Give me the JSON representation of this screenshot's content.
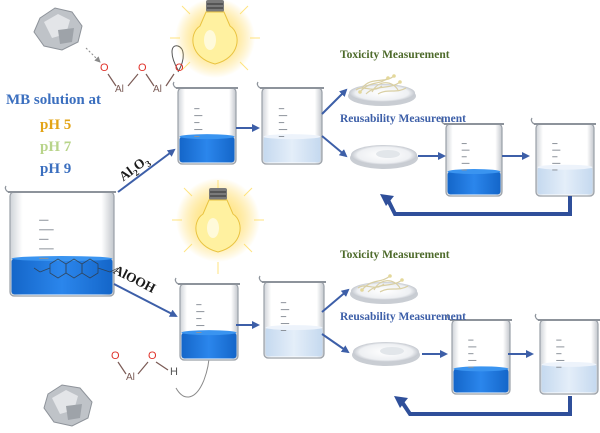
{
  "mb_solution": {
    "title": "MB solution at",
    "ph_values": [
      "pH 5",
      "pH 7",
      "pH 9"
    ],
    "colors": {
      "ph5": "#e3a417",
      "ph7": "#b8d48a",
      "ph9": "#3b6fbf"
    }
  },
  "top_branch": {
    "reagent": "Al2O3",
    "reagent_main": "Al",
    "reagent_sub1": "2",
    "reagent_mid": "O",
    "reagent_sub2": "3",
    "structure_atoms": [
      "O",
      "Al",
      "O",
      "Al",
      "O"
    ],
    "toxicity_label": "Toxicity Measurement",
    "reusability_label": "Reusability Measurement"
  },
  "bottom_branch": {
    "reagent": "AlOOH",
    "structure_atoms": [
      "O",
      "Al",
      "O",
      "H"
    ],
    "toxicity_label": "Toxicity Measurement",
    "reusability_label": "Reusability Measurement"
  },
  "colors": {
    "arrow": "#3d5fa8",
    "solution_dark": "#1a7ae0",
    "solution_light": "#d6e6f7",
    "label_blue": "#3d5fa8",
    "label_green": "#4d6a2a"
  },
  "icons": [
    "light-bulb-icon",
    "foil-ball-icon",
    "beaker-icon",
    "petri-dish-icon",
    "sprouts-icon"
  ]
}
